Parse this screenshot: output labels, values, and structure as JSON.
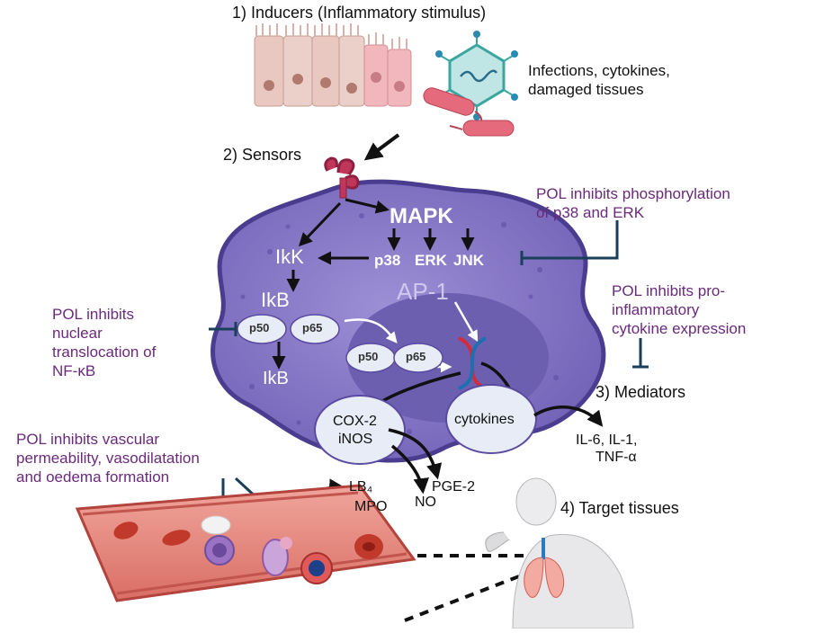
{
  "steps": {
    "inducers": "1) Inducers (Inflammatory stimulus)",
    "sensors": "2) Sensors",
    "mediators": "3) Mediators",
    "targets": "4) Target tissues"
  },
  "inducer_text": [
    "Infections, cytokines,",
    "damaged tissues"
  ],
  "cell": {
    "mapk": "MAPK",
    "p38": "p38",
    "erk": "ERK",
    "jnk": "JNK",
    "ikk": "IkK",
    "ikb_top": "IkB",
    "ikb_bottom": "IkB",
    "p50": "p50",
    "p65": "p65",
    "ap1": "AP-1",
    "cytokines": "cytokines",
    "cox2": "COX-2",
    "inos": "iNOS"
  },
  "mediator_outputs": {
    "cytokine_list": [
      "IL-6, IL-1,",
      "TNF-α"
    ],
    "pge2": "PGE-2",
    "no": "NO",
    "lb4": "LB₄",
    "mpo": "MPO"
  },
  "pol_notes": {
    "phosphorylation": [
      "POL inhibits phosphorylation",
      "of p38 and ERK"
    ],
    "cytokine_expression": [
      "POL inhibits pro-",
      "inflammatory",
      "cytokine expression"
    ],
    "nfkb": [
      "POL inhibits",
      "nuclear",
      "translocation of",
      "NF-κB"
    ],
    "vascular": [
      "POL inhibits vascular",
      "permeability, vasodilatation",
      "and oedema formation"
    ]
  },
  "colors": {
    "cell": "#8a7bc8",
    "cell_edge": "#4a3d8f",
    "nucleus": "#6d5fb0",
    "node_fill": "#e8ecf6",
    "pol_text": "#6a2a7a",
    "vessel": "#e07a72",
    "vessel_edge": "#b3433d",
    "rbc": "#c0392b"
  }
}
